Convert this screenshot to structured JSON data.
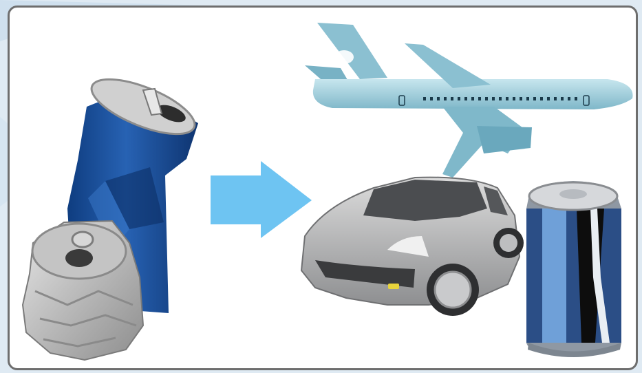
{
  "scene": {
    "description_items": [
      "crushed-cans",
      "arrow",
      "airplane",
      "car",
      "new-can"
    ],
    "colors": {
      "frame_border": "#6e6e6e",
      "arrow": "#6ec4f2",
      "can_blue": "#1d4f96",
      "airplane_body": "#a9d3df",
      "car_body": "#b9babc"
    }
  }
}
